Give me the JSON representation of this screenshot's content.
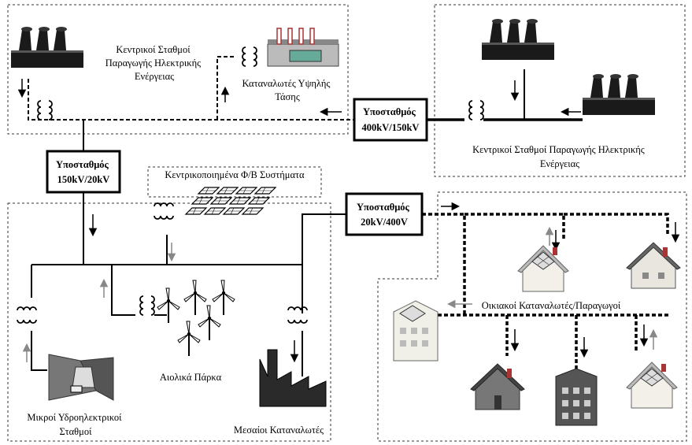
{
  "labels": {
    "central_left": [
      "Κεντρικοί Σταθμοί",
      "Παραγωγής Ηλεκτρικής",
      "Ενέργειας"
    ],
    "hv_consumers": [
      "Καταναλωτές Υψηλής",
      "Τάσης"
    ],
    "substation_400": [
      "Υποσταθμός",
      "400kV/150kV"
    ],
    "central_right": [
      "Κεντρικοί Σταθμοί Παραγωγής Ηλεκτρικής",
      "Ενέργειας"
    ],
    "substation_150": [
      "Υποσταθμός",
      "150kV/20kV"
    ],
    "pv_systems": "Κεντρικοποιημένα Φ/Β Συστήματα",
    "substation_20": [
      "Υποσταθμός",
      "20kV/400V"
    ],
    "residential": "Οικιακοί Καταναλωτές/Παραγωγοί",
    "wind_parks": "Αιολικά Πάρκα",
    "small_hydro": [
      "Μικροί Υδροηλεκτρικοί",
      "Σταθμοί"
    ],
    "medium_consumers": "Μεσαίοι Καταναλωτές"
  }
}
